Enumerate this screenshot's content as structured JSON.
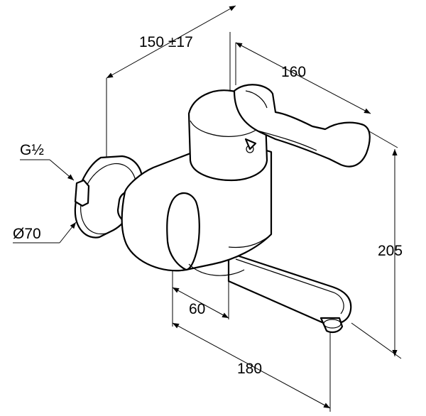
{
  "dimensions": {
    "width_tolerance": "150 ±17",
    "depth": "160",
    "height": "205",
    "spout_offset": "60",
    "total_depth": "180",
    "thread": "G½",
    "rosette_diameter": "Ø70"
  }
}
